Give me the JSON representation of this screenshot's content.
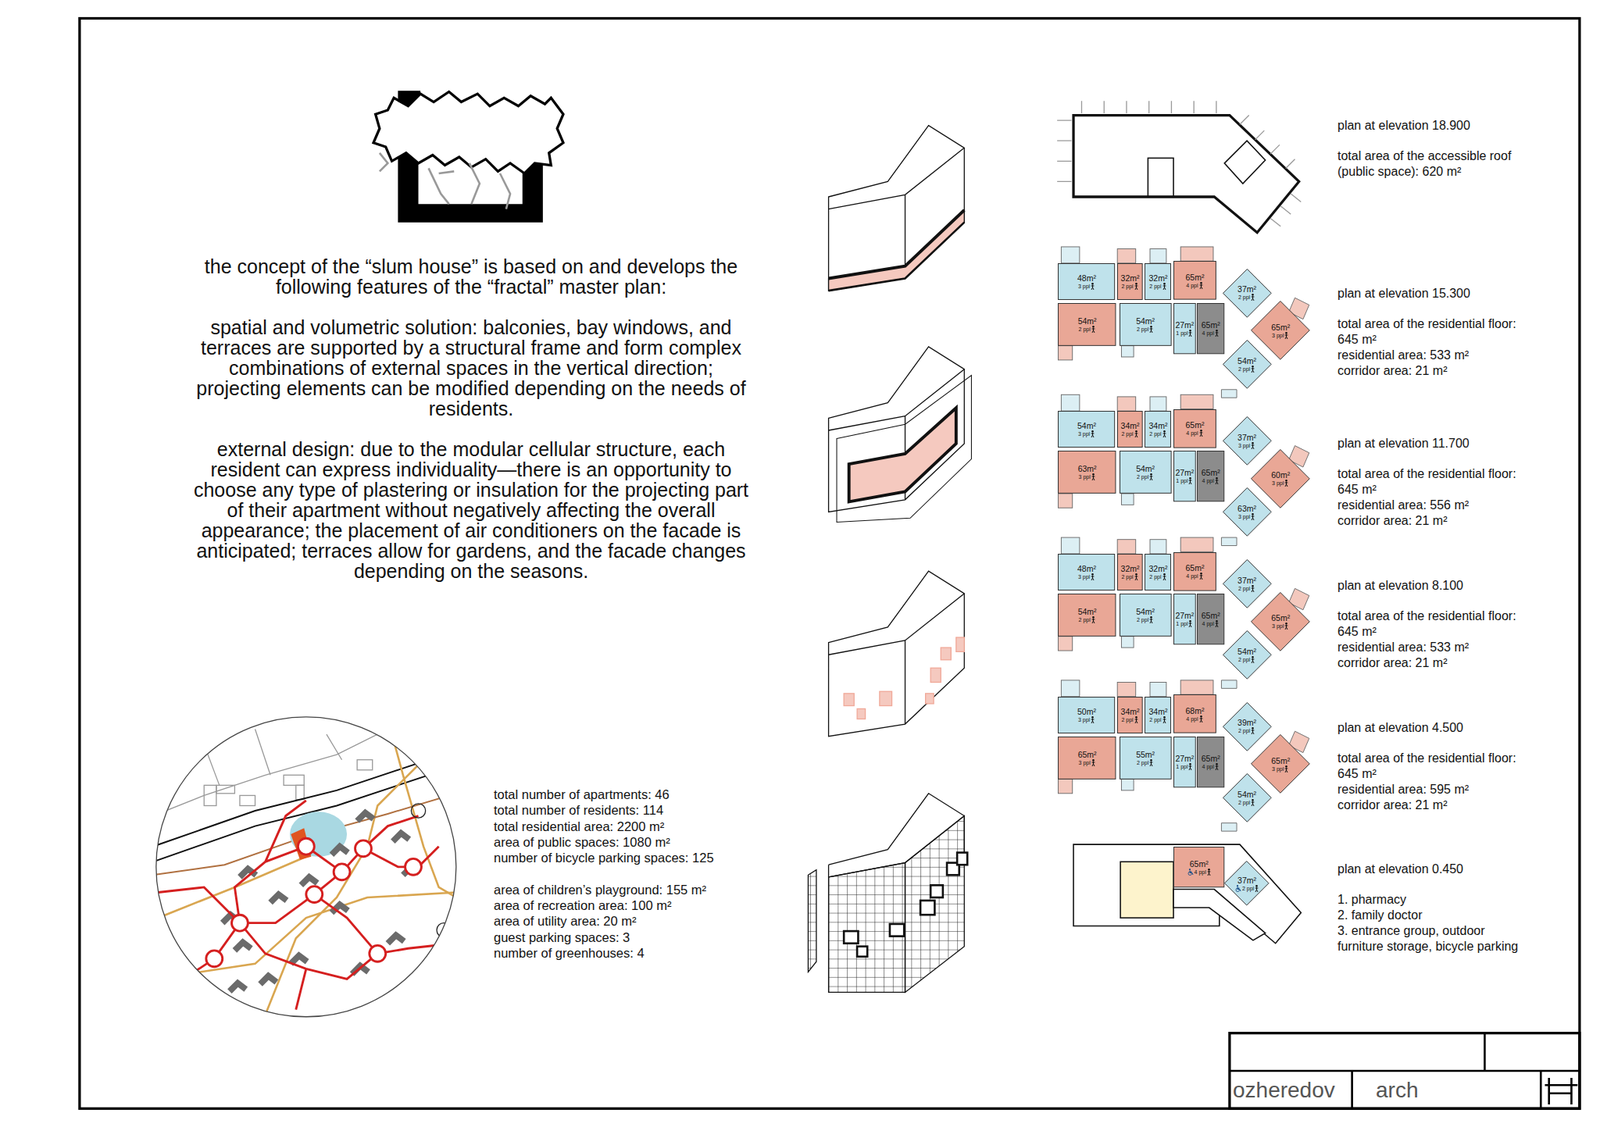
{
  "diagram": {
    "nodes": [
      {
        "text": [
          "48m²",
          "3 ppl"
        ]
      },
      {
        "text": [
          "32m²",
          "2 ppl"
        ]
      },
      {
        "text": [
          "32m²",
          "2 ppl"
        ]
      },
      {
        "text": [
          "65m²",
          "4 ppl"
        ]
      },
      {
        "text": [
          "54m²",
          "2 ppl"
        ]
      },
      {
        "text": [
          "54m²",
          "2 ppl"
        ]
      },
      {
        "text": [
          "27m²",
          "1 ppl"
        ]
      },
      {
        "text": [
          "65m²",
          "4 ppl"
        ]
      },
      {
        "text": [
          "37m²",
          "2 ppl"
        ]
      },
      {
        "text": [
          "65m²",
          "3 ppl"
        ]
      },
      {
        "text": [
          "54m²",
          "2 ppl"
        ]
      },
      {
        "text": [
          "54m²",
          "3 ppl"
        ]
      },
      {
        "text": [
          "34m²",
          "2 ppl"
        ]
      },
      {
        "text": [
          "34m²",
          "2 ppl"
        ]
      },
      {
        "text": [
          "65m²",
          "4 ppl"
        ]
      },
      {
        "text": [
          "63m²",
          "3 ppl"
        ]
      },
      {
        "text": [
          "54m²",
          "2 ppl"
        ]
      },
      {
        "text": [
          "27m²",
          "1 ppl"
        ]
      },
      {
        "text": [
          "65m²",
          "4 ppl"
        ]
      },
      {
        "text": [
          "37m²",
          "3 ppl"
        ]
      },
      {
        "text": [
          "60m²",
          "3 ppl"
        ]
      },
      {
        "text": [
          "63m²",
          "3 ppl"
        ]
      },
      {
        "text": [
          "48m²",
          "3 ppl"
        ]
      },
      {
        "text": [
          "32m²",
          "2 ppl"
        ]
      },
      {
        "text": [
          "32m²",
          "2 ppl"
        ]
      },
      {
        "text": [
          "65m²",
          "4 ppl"
        ]
      },
      {
        "text": [
          "54m²",
          "2 ppl"
        ]
      },
      {
        "text": [
          "54m²",
          "2 ppl"
        ]
      },
      {
        "text": [
          "27m²",
          "1 ppl"
        ]
      },
      {
        "text": [
          "65m²",
          "4 ppl"
        ]
      },
      {
        "text": [
          "37m²",
          "2 ppl"
        ]
      },
      {
        "text": [
          "65m²",
          "3 ppl"
        ]
      },
      {
        "text": [
          "54m²",
          "2 ppl"
        ]
      },
      {
        "text": [
          "50m²",
          "3 ppl"
        ]
      },
      {
        "text": [
          "34m²",
          "2 ppl"
        ]
      },
      {
        "text": [
          "34m²",
          "2 ppl"
        ]
      },
      {
        "text": [
          "68m²",
          "4 ppl"
        ]
      },
      {
        "text": [
          "65m²",
          "3 ppl"
        ]
      },
      {
        "text": [
          "55m²",
          "2 ppl"
        ]
      },
      {
        "text": [
          "27m²",
          "1 ppl"
        ]
      },
      {
        "text": [
          "65m²",
          "4 ppl"
        ]
      },
      {
        "text": [
          "39m²",
          "2 ppl"
        ]
      },
      {
        "text": [
          "65m²",
          "3 ppl"
        ]
      },
      {
        "text": [
          "54m²",
          "2 ppl"
        ]
      },
      {
        "text": [
          "65m²",
          "4 ppl"
        ]
      },
      {
        "text": [
          "37m²",
          "2 ppl"
        ]
      }
    ],
    "labels": [
      "the concept of the “slum house” is based on and develops the following features of the “fractal” master plan:",
      "spatial and volumetric solution: balconies, bay windows, and terraces are supported by a structural frame and form complex combinations of external spaces in the vertical direction; projecting elements can be modified depending on the needs of residents.",
      "external design: due to the modular cellular structure, each resident can express individuality—there is an opportunity to choose any type of plastering or insulation for the projecting part of their apartment without negatively affecting the overall appearance; the placement of air conditioners on the facade is anticipated; terraces allow for gardens, and the facade changes depending on the seasons.",
      "total number of apartments: 46",
      "total number of residents: 114",
      "total residential area: 2200 m²",
      "area of public spaces: 1080 m²",
      "number of bicycle parking spaces: 125",
      "area of children’s playground: 155 m²",
      "area of recreation area: 100 m²",
      "area of utility area: 20 m²",
      "guest parking spaces: 3",
      "number of greenhouses: 4",
      "plan at elevation 18.900",
      "total area of the accessible roof (public space): 620 m²",
      "plan at elevation 15.300",
      "total area of the residential floor: 645 m²",
      "residential area: 533 m²",
      "corridor area: 21 m²",
      "plan at elevation 11.700",
      "total area of the residential floor: 645 m²",
      "residential area: 556 m²",
      "corridor area: 21 m²",
      "plan at elevation 8.100",
      "total area of the residential floor: 645 m²",
      "residential area: 533 m²",
      "corridor area: 21 m²",
      "plan at elevation 4.500",
      "total area of the residential floor: 645 m²",
      "residential area: 595 m²",
      "corridor area: 21 m²",
      "plan at elevation 0.450",
      "1. pharmacy",
      "2. family doctor",
      "3. entrance group, outdoor furniture storage, bicycle parking",
      "ozheredov",
      "arch"
    ]
  }
}
